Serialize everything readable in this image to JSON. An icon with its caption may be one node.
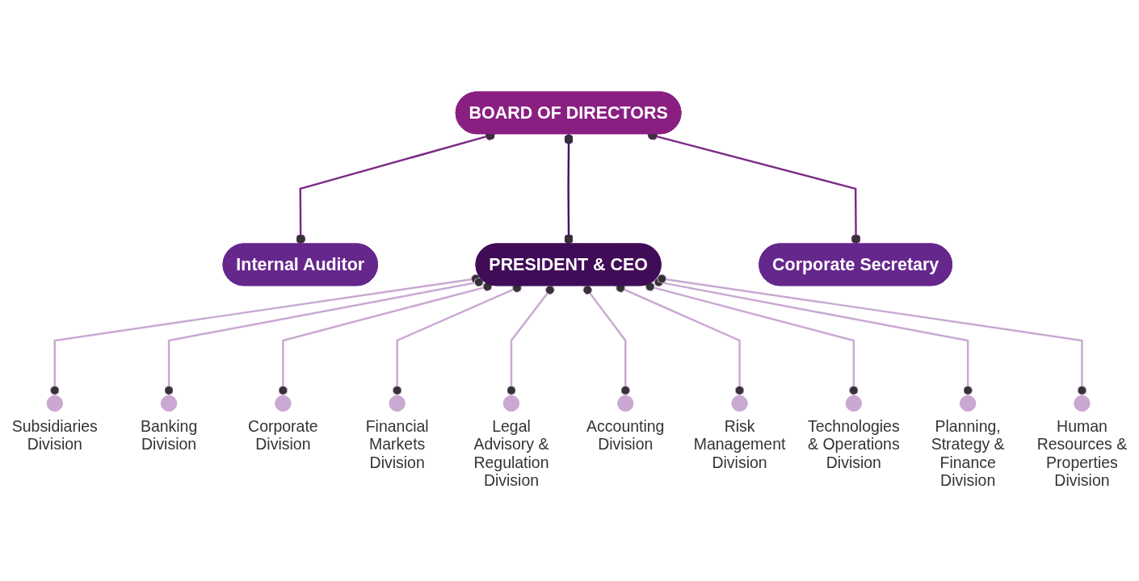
{
  "diagram": {
    "nodes": [
      {
        "text": [
          "BOARD OF DIRECTORS"
        ]
      },
      {
        "text": [
          "PRESIDENT & CEO"
        ]
      },
      {
        "text": [
          "Internal Auditor"
        ]
      },
      {
        "text": [
          "Corporate Secretary"
        ]
      },
      {
        "text": [],
        "shape": "circle",
        "beside": [
          "Subsidiaries Division"
        ]
      },
      {
        "text": [],
        "shape": "circle",
        "beside": [
          "Banking Division"
        ]
      },
      {
        "text": [],
        "shape": "circle",
        "beside": [
          "Corporate Division"
        ]
      },
      {
        "text": [],
        "shape": "circle",
        "beside": [
          "Financial Markets Division"
        ]
      },
      {
        "text": [],
        "shape": "circle",
        "beside": [
          "Legal Advisory & Regulation Division"
        ]
      },
      {
        "text": [],
        "shape": "circle",
        "beside": [
          "Accounting Division"
        ]
      },
      {
        "text": [],
        "shape": "circle",
        "beside": [
          "Risk Management Division"
        ]
      },
      {
        "text": [],
        "shape": "circle",
        "beside": [
          "Technologies & Operations Division"
        ]
      },
      {
        "text": [],
        "shape": "circle",
        "beside": [
          "Planning, Strategy & Finance Division"
        ]
      },
      {
        "text": [],
        "shape": "circle",
        "beside": [
          "Human Resources & Properties Division"
        ]
      }
    ],
    "edges": [
      {
        "from": 0,
        "to": 2,
        "arrow": "other",
        "color": "#7b2a86"
      },
      {
        "from": 0,
        "to": 1,
        "arrow": "other",
        "color": "#4a1260"
      },
      {
        "from": 0,
        "to": 3,
        "arrow": "other",
        "color": "#7b2a86"
      },
      {
        "from": 1,
        "to": 4,
        "arrow": "other"
      },
      {
        "from": 1,
        "to": 5,
        "arrow": "other"
      },
      {
        "from": 1,
        "to": 6,
        "arrow": "other"
      },
      {
        "from": 1,
        "to": 7,
        "arrow": "other"
      },
      {
        "from": 1,
        "to": 8,
        "arrow": "other"
      },
      {
        "from": 1,
        "to": 9,
        "arrow": "other"
      },
      {
        "from": 1,
        "to": 10,
        "arrow": "other"
      },
      {
        "from": 1,
        "to": 11,
        "arrow": "other"
      },
      {
        "from": 1,
        "to": 12,
        "arrow": "other"
      },
      {
        "from": 1,
        "to": 13,
        "arrow": "other"
      }
    ]
  }
}
